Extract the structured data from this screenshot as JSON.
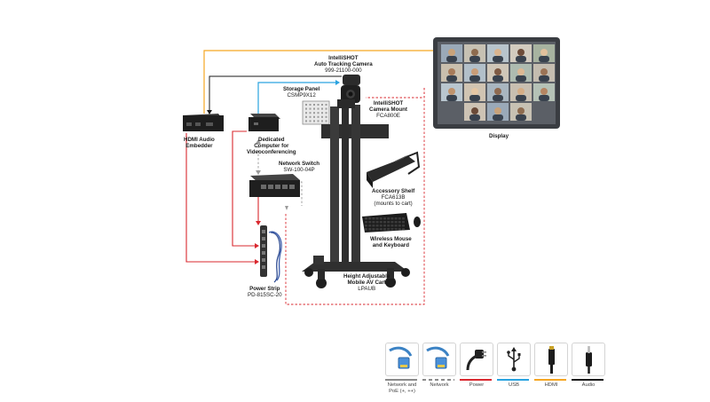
{
  "components": {
    "camera": {
      "name": "IntelliSHOT\nAuto Tracking Camera",
      "part": "999-21100-000"
    },
    "storage_panel": {
      "name": "Storage Panel",
      "part": "CSMP9X12"
    },
    "camera_mount": {
      "name": "IntelliSHOT\nCamera Mount",
      "part": "FCA800E"
    },
    "audio_embedder": {
      "name": "HDMI Audio\nEmbedder"
    },
    "computer": {
      "name": "Dedicated\nComputer for\nVideoconferencing"
    },
    "display": {
      "name": "Display"
    },
    "network_switch": {
      "name": "Network Switch",
      "part": "SW-100-04P"
    },
    "accessory_shelf": {
      "name": "Accessory Shelf",
      "part": "FCA613B\n(mounts to cart)"
    },
    "mouse_keyboard": {
      "name": "Wireless Mouse\nand Keyboard"
    },
    "cart": {
      "name": "Height Adjustable\nMobile AV Cart",
      "part": "LPAUB"
    },
    "power_strip": {
      "name": "Power Strip",
      "part": "PD-815SC-20"
    }
  },
  "legend": [
    {
      "label": "Network and\nPoE (+, ++)",
      "color": "#8a8a8a",
      "dashed": false,
      "icon": "ethernet-poe-icon"
    },
    {
      "label": "Network",
      "color": "#8a8a8a",
      "dashed": true,
      "icon": "ethernet-icon"
    },
    {
      "label": "Power",
      "color": "#d9282f",
      "dashed": false,
      "icon": "power-plug-icon"
    },
    {
      "label": "USB",
      "color": "#2aa3e0",
      "dashed": false,
      "icon": "usb-icon"
    },
    {
      "label": "HDMI",
      "color": "#f5a623",
      "dashed": false,
      "icon": "hdmi-icon"
    },
    {
      "label": "Audio",
      "color": "#1a1a1a",
      "dashed": false,
      "icon": "audio-jack-icon"
    }
  ]
}
